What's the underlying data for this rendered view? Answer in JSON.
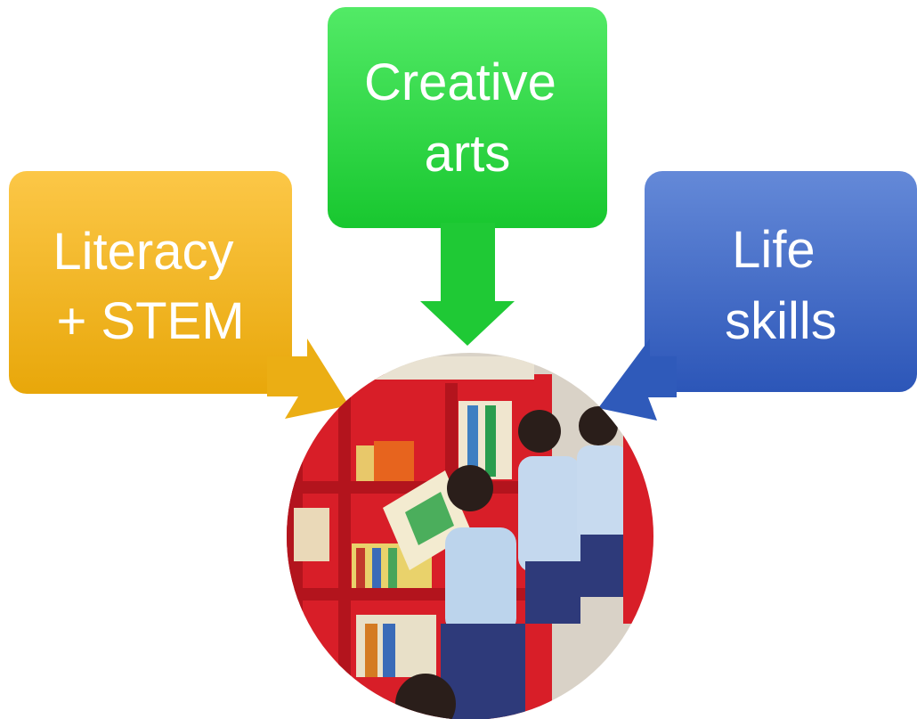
{
  "boxes": [
    {
      "id": "literacy",
      "lines": [
        "Literacy",
        "+ STEM"
      ],
      "color_top": "#FBC23D",
      "color_bottom": "#E9A90C"
    },
    {
      "id": "creative",
      "lines": [
        "Creative",
        "arts"
      ],
      "color_top": "#4BE85E",
      "color_bottom": "#1BC831"
    },
    {
      "id": "life",
      "lines": [
        "Life",
        "skills"
      ],
      "color_top": "#5E86D6",
      "color_bottom": "#2E59B9"
    }
  ],
  "center_image": {
    "description_icon": "children-library-photo"
  }
}
